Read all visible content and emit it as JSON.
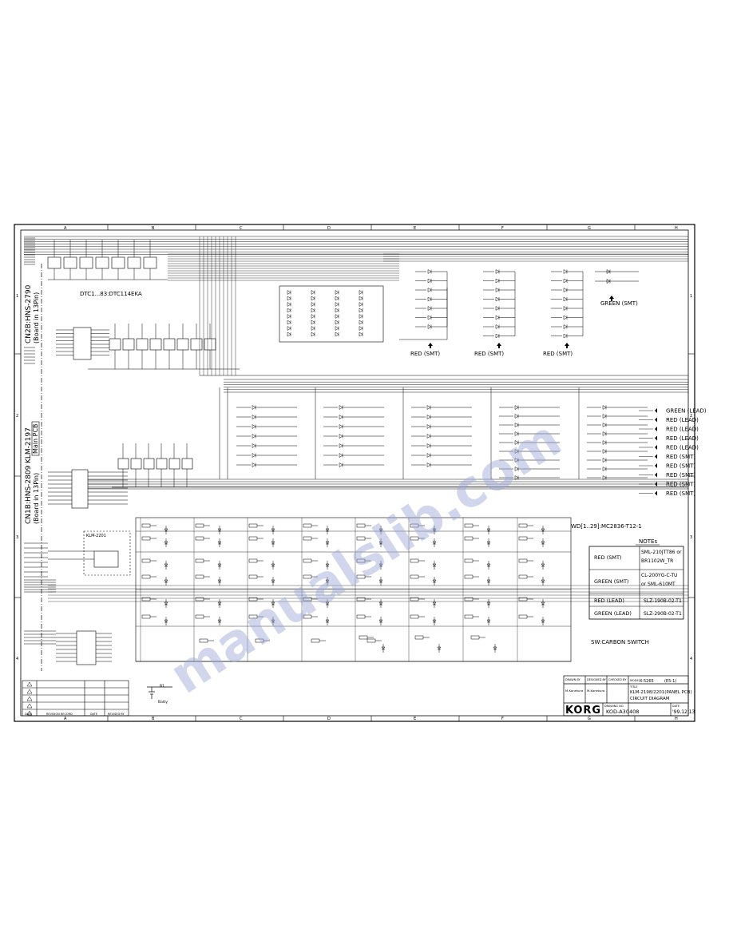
{
  "grid": {
    "cols": [
      "A",
      "B",
      "C",
      "D",
      "E",
      "F",
      "G",
      "H"
    ],
    "rows": [
      "1",
      "2",
      "3",
      "4"
    ]
  },
  "connectors": {
    "cn2b": "CN2B:HNS-2790",
    "cn2b_sub": "(Board in 13Pin)",
    "klm2197": "KLM-2197",
    "klm2197_sub": "Main PCB",
    "cn1b": "CN1B:HNS-2809",
    "cn1b_sub": "(Board in 13Pin)",
    "klm2201": "KLM-2201"
  },
  "labels": {
    "dtc_label": "DTC1...83:DTC114EKA",
    "wd_label": "WD[1..29]:MC2836-T12-1",
    "sw_label": "SW:CARBON SWITCH",
    "green_smt": "GREEN (SMT)",
    "red_smt_1": "RED (SMT)",
    "red_smt_2": "RED (SMT)",
    "red_smt_3": "RED (SMT)"
  },
  "led_color_list": [
    "GREEN (LEAD)",
    "RED (LEAD)",
    "RED (LEAD)",
    "RED (LEAD)",
    "RED (LEAD)",
    "RED (SMT)",
    "RED (SMT)",
    "RED (SMT)",
    "RED (SMT)",
    "RED (SMT)"
  ],
  "notes": {
    "title": "NOTEs",
    "rows": [
      {
        "kind": "RED (SMT)",
        "parts": "SML-210JTT86 or BR1102W_TR"
      },
      {
        "kind": "GREEN (SMT)",
        "parts": "CL-200YG-C-TU or SML-610MT"
      },
      {
        "kind": "RED (LEAD)",
        "parts": "SLZ-190B-02-T1"
      },
      {
        "kind": "GREEN (LEAD)",
        "parts": "SLZ-290B-02-T1"
      }
    ]
  },
  "title_block": {
    "drawn_by_label": "DRAWN BY",
    "designed_by_label": "DESIGNED BY",
    "checked_by_label": "CHECKED BY",
    "model_label": "MODEL",
    "model": "X-5265",
    "sheet": "(E5-1)",
    "drawn_by": "M.Kanekura",
    "designed_by": "M.Kanekura",
    "title_label": "TITLE",
    "title_line1": "KLM-2198/2201(PANEL PCB)",
    "title_line2": "CIRCUIT DIAGRAM",
    "brand": "KORG",
    "drawing_no_label": "DRAWING NO.",
    "drawing_no": "KOD-A30408",
    "date_label": "DATE",
    "date": "'99.12.13"
  },
  "revision_block": {
    "headers": [
      "DATE",
      "REVISION RECORD",
      "DATE",
      "REVISED BY"
    ]
  },
  "battery": {
    "label": "B1",
    "sub": "Batty"
  },
  "watermark": "manualslib.com"
}
